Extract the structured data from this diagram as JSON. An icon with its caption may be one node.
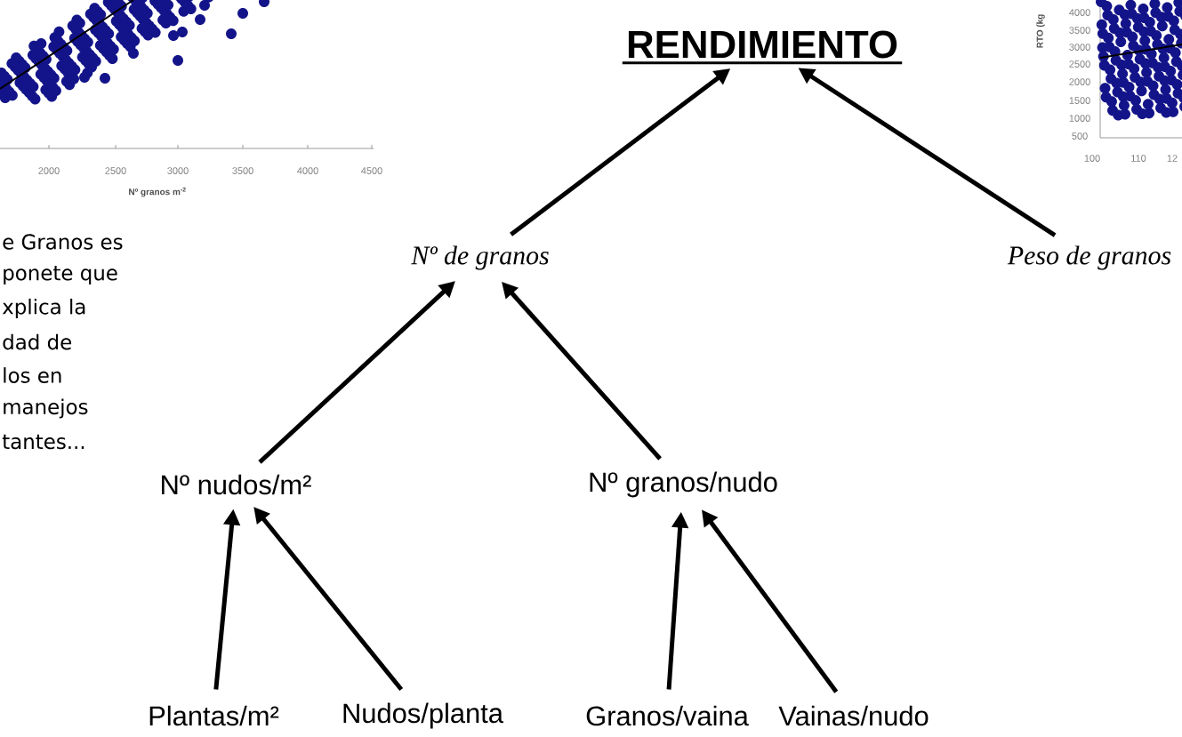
{
  "diagram": {
    "nodes": [
      {
        "text": [
          "RENDIMIENTO"
        ]
      },
      {
        "text": [
          "Nº de granos"
        ]
      },
      {
        "text": [
          "Peso de granos"
        ]
      },
      {
        "text": [
          "Nº nudos/m²"
        ]
      },
      {
        "text": [
          "Nº granos/nudo"
        ]
      },
      {
        "text": [
          "Plantas/m²"
        ]
      },
      {
        "text": [
          "Nudos/planta"
        ]
      },
      {
        "text": [
          "Granos/vaina"
        ]
      },
      {
        "text": [
          "Vainas/nudo"
        ]
      }
    ],
    "edges": [
      {
        "from": 1,
        "to": 0,
        "arrow": "to"
      },
      {
        "from": 2,
        "to": 0,
        "arrow": "to"
      },
      {
        "from": 3,
        "to": 1,
        "arrow": "to"
      },
      {
        "from": 4,
        "to": 1,
        "arrow": "to"
      },
      {
        "from": 5,
        "to": 3,
        "arrow": "to"
      },
      {
        "from": 6,
        "to": 3,
        "arrow": "to"
      },
      {
        "from": 7,
        "to": 4,
        "arrow": "to"
      },
      {
        "from": 8,
        "to": 4,
        "arrow": "to"
      }
    ],
    "labels": [
      "2000",
      "2500",
      "3000",
      "3500",
      "4000",
      "4500",
      "Nº granos m$^{-2}$",
      "RTO (kg",
      "4000",
      "3500",
      "3000",
      "2500",
      "2000",
      "1500",
      "1000",
      "500",
      "100",
      "110",
      "12",
      "e Granos es",
      "ponete que",
      "xplica la",
      "dad de",
      "los en",
      "manejos",
      "tantes..."
    ]
  }
}
